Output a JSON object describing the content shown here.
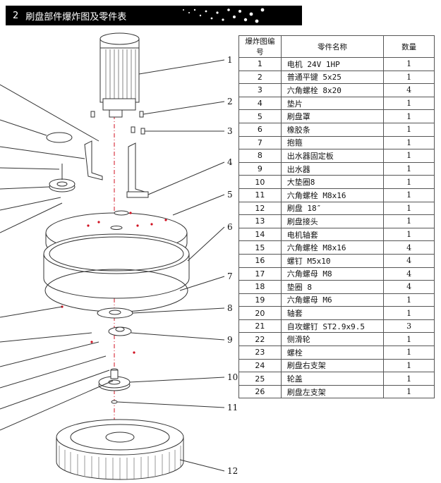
{
  "header": {
    "section_number": "2",
    "title": "刷盘部件爆炸图及零件表"
  },
  "table": {
    "columns": [
      "爆炸图编号",
      "零件名称",
      "数量"
    ],
    "rows": [
      {
        "no": "1",
        "name": "电机 24V 1HP",
        "qty": "1"
      },
      {
        "no": "2",
        "name": "普通平键 5x25",
        "qty": "1"
      },
      {
        "no": "3",
        "name": "六角螺栓 8x20",
        "qty": "4"
      },
      {
        "no": "4",
        "name": "垫片",
        "qty": "1"
      },
      {
        "no": "5",
        "name": "刷盘罩",
        "qty": "1"
      },
      {
        "no": "6",
        "name": "橡胶条",
        "qty": "1"
      },
      {
        "no": "7",
        "name": "抱箍",
        "qty": "1"
      },
      {
        "no": "8",
        "name": "出水器固定板",
        "qty": "1"
      },
      {
        "no": "9",
        "name": "出水器",
        "qty": "1"
      },
      {
        "no": "10",
        "name": "大垫圈8",
        "qty": "1"
      },
      {
        "no": "11",
        "name": "六角螺栓 M8x16",
        "qty": "1"
      },
      {
        "no": "12",
        "name": "刷盘 18″",
        "qty": "1"
      },
      {
        "no": "13",
        "name": "刷盘接头",
        "qty": "1"
      },
      {
        "no": "14",
        "name": "电机轴套",
        "qty": "1"
      },
      {
        "no": "15",
        "name": "六角螺栓 M8x16",
        "qty": "4"
      },
      {
        "no": "16",
        "name": "螺钉 M5x10",
        "qty": "4"
      },
      {
        "no": "17",
        "name": "六角螺母 M8",
        "qty": "4"
      },
      {
        "no": "18",
        "name": "垫圈 8",
        "qty": "4"
      },
      {
        "no": "19",
        "name": "六角螺母 M6",
        "qty": "1"
      },
      {
        "no": "20",
        "name": "轴套",
        "qty": "1"
      },
      {
        "no": "21",
        "name": "自攻螺钉 ST2.9x9.5",
        "qty": "3"
      },
      {
        "no": "22",
        "name": "侧滑轮",
        "qty": "1"
      },
      {
        "no": "23",
        "name": "螺栓",
        "qty": "1"
      },
      {
        "no": "24",
        "name": "刷盘右支架",
        "qty": "1"
      },
      {
        "no": "25",
        "name": "轮盖",
        "qty": "1"
      },
      {
        "no": "26",
        "name": "刷盘左支架",
        "qty": "1"
      }
    ]
  },
  "diagram": {
    "callouts": [
      "1",
      "2",
      "3",
      "4",
      "5",
      "6",
      "7",
      "8",
      "9",
      "10",
      "11",
      "12"
    ]
  },
  "colors": {
    "header_bg": "#000000",
    "line": "#333333",
    "accent_red": "#d01020"
  }
}
